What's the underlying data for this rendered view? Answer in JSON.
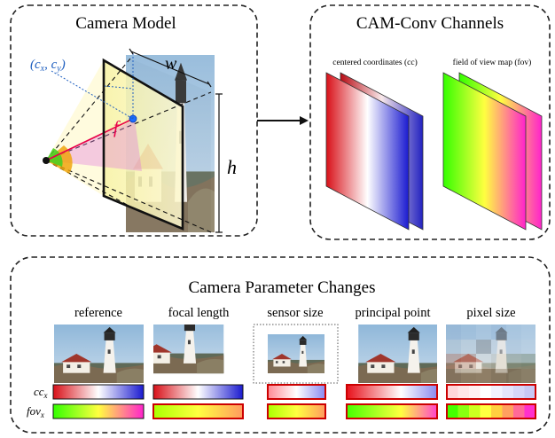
{
  "camera_model": {
    "title": "Camera Model",
    "label_principal_point": "(c_x, c_y)",
    "label_focal": "f",
    "label_width": "w",
    "label_height": "h"
  },
  "camconv": {
    "title": "CAM-Conv Channels",
    "cc_label": "centered coordinates (cc)",
    "fov_label": "field of view map (fov)"
  },
  "changes": {
    "title": "Camera Parameter Changes",
    "columns": [
      "reference",
      "focal length",
      "sensor size",
      "principal point",
      "pixel size"
    ],
    "row_labels": [
      "cc_x",
      "fov_x"
    ]
  },
  "colors": {
    "cc_red": "#e8131a",
    "cc_blue": "#1414d0",
    "fov_green": "#33ff00",
    "fov_yellow": "#ffff33",
    "fov_magenta": "#ff22cc",
    "highlight_border": "#cc0000",
    "principal_point_label": "#2060c0",
    "focal_label": "#e8004a"
  }
}
